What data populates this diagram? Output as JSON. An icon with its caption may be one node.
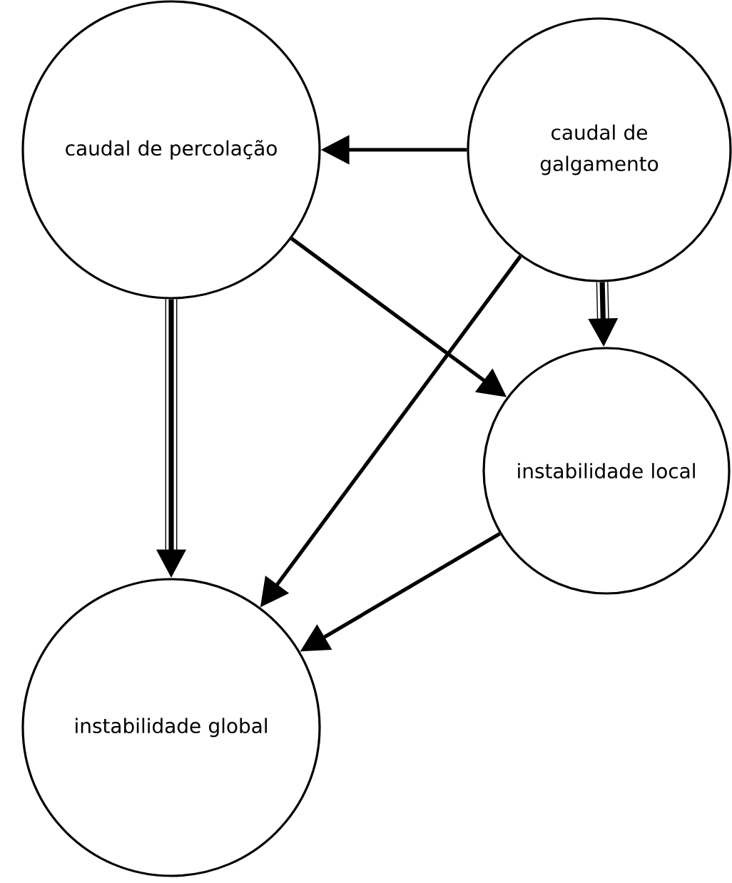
{
  "diagram": {
    "nodes": [
      {
        "text": [
          "caudal de percolação"
        ]
      },
      {
        "text": [
          "caudal de galgamento"
        ]
      },
      {
        "text": [
          "instabilidade local"
        ]
      },
      {
        "text": [
          "instabilidade global"
        ]
      }
    ],
    "edges": [
      {
        "from": 1,
        "to": 0,
        "arrow": "to"
      },
      {
        "from": 0,
        "to": 3,
        "arrow": "to",
        "style": "thick"
      },
      {
        "from": 1,
        "to": 2,
        "arrow": "to",
        "style": "thick"
      },
      {
        "from": 0,
        "to": 2,
        "arrow": "to"
      },
      {
        "from": 1,
        "to": 3,
        "arrow": "to"
      },
      {
        "from": 2,
        "to": 3,
        "arrow": "to"
      }
    ]
  }
}
